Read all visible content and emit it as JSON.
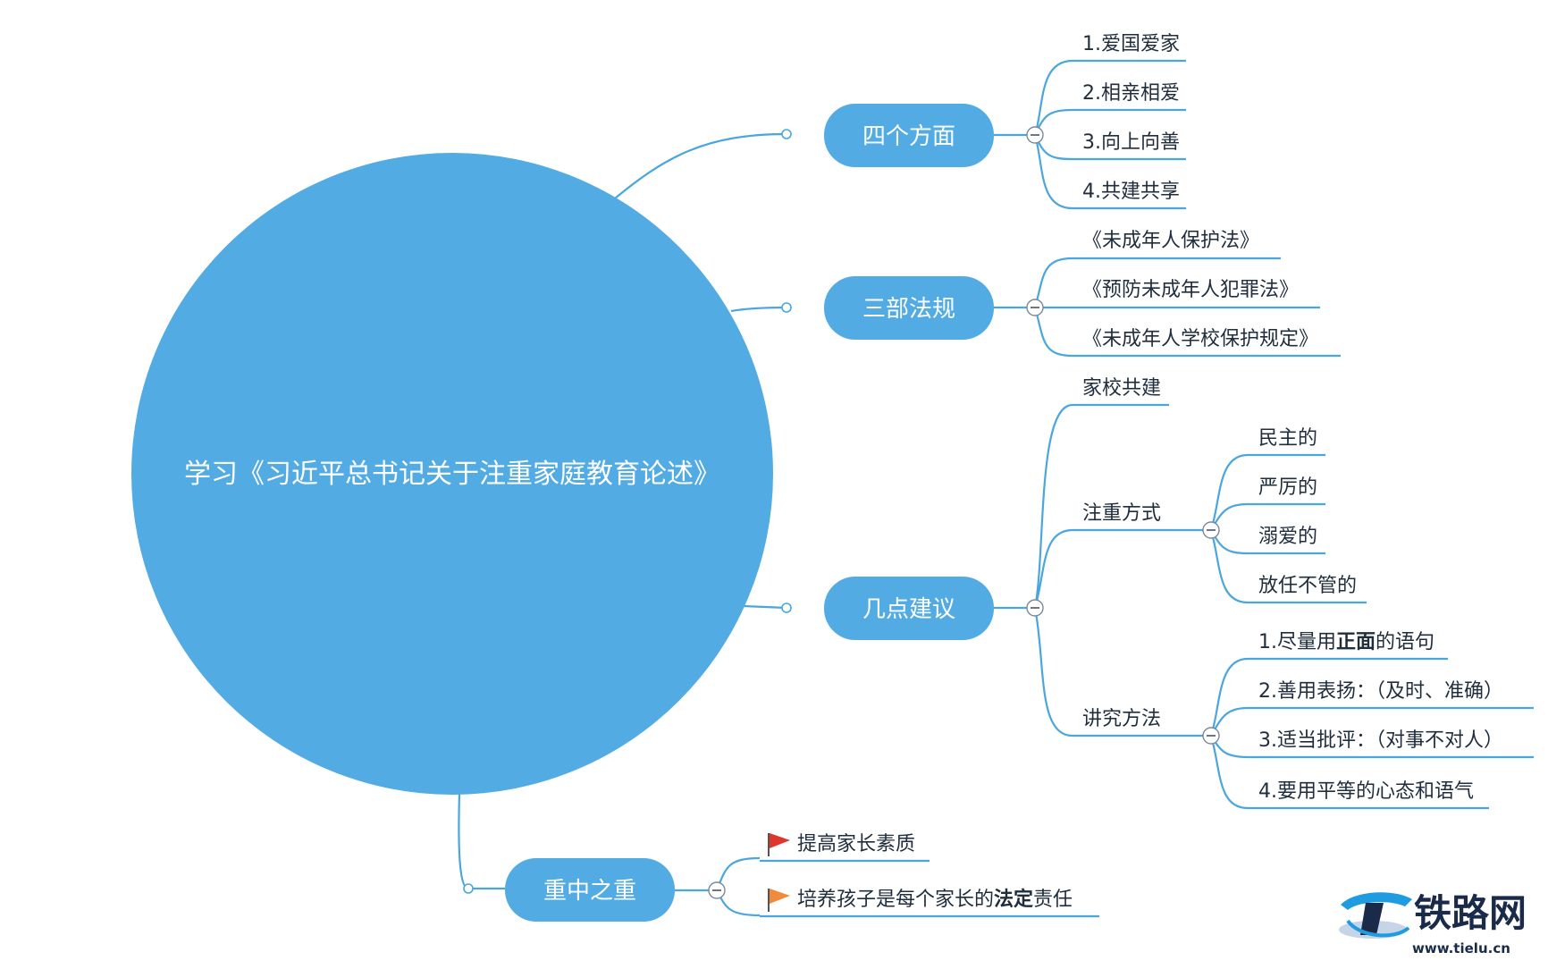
{
  "root": {
    "label": "学习《习近平总书记关于注重家庭教育论述》"
  },
  "branches": {
    "four": {
      "label": "四个方面",
      "items": [
        "1.爱国爱家",
        "2.相亲相爱",
        "3.向上向善",
        "4.共建共享"
      ]
    },
    "laws": {
      "label": "三部法规",
      "items": [
        "《未成年人保护法》",
        "《预防未成年人犯罪法》",
        "《未成年人学校保护规定》"
      ]
    },
    "advice": {
      "label": "几点建议",
      "jiaxiao": "家校共建",
      "fangshi": {
        "label": "注重方式",
        "items": [
          "民主的",
          "严厉的",
          "溺爱的",
          "放任不管的"
        ]
      },
      "fangfa": {
        "label": "讲究方法",
        "item1": {
          "pre": "1.尽量用",
          "bold": "正面",
          "post": "的语句"
        },
        "items": [
          "2.善用表扬：（及时、准确）",
          "3.适当批评：（对事不对人）",
          "4.要用平等的心态和语气"
        ]
      }
    },
    "key": {
      "label": "重中之重",
      "item1": "提高家长素质",
      "item2": {
        "pre": "培养孩子是每个家长的",
        "bold": "法定",
        "post": "责任"
      }
    }
  },
  "logo": {
    "name": "铁路网",
    "url": "www.tielu.cn"
  },
  "colors": {
    "accent": "#52ace3",
    "line": "#4aa6de",
    "text": "#1f2d3d",
    "flag_red": "#e0352b",
    "flag_orange": "#f08a3c"
  }
}
